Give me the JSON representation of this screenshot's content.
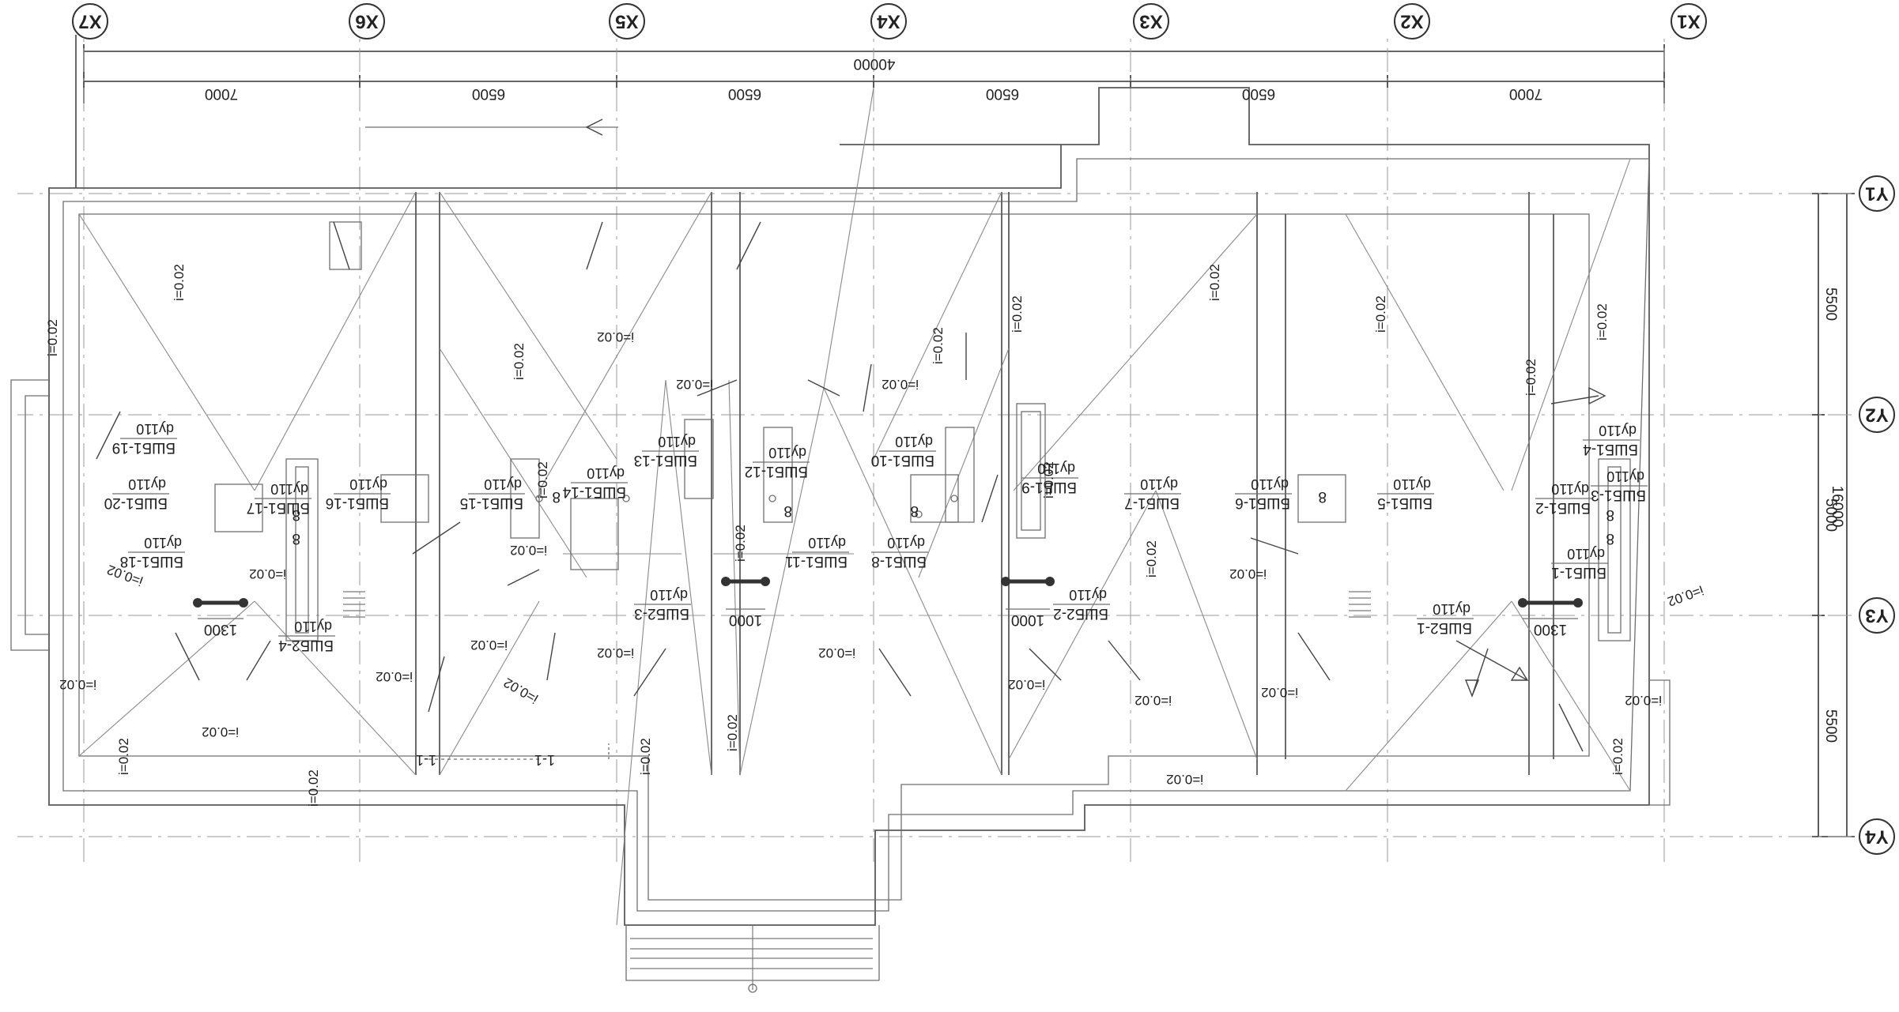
{
  "axes": {
    "x": [
      "X1",
      "X2",
      "X3",
      "X4",
      "X5",
      "X6",
      "X7"
    ],
    "y": [
      "Y1",
      "Y2",
      "Y3",
      "Y4"
    ]
  },
  "dimensions": {
    "total_x": "40000",
    "x_spans": [
      "7000",
      "6500",
      "6500",
      "6500",
      "6500",
      "7000"
    ],
    "total_y": "16000",
    "y_spans": [
      "5500",
      "5000",
      "5500"
    ],
    "gutter_lengths": [
      "1300",
      "1000",
      "1000",
      "1300"
    ]
  },
  "drain_size": "dy110",
  "slope_label": "i=0.02",
  "funnels": [
    {
      "id": "funnel-1",
      "label": "БШБ1-1"
    },
    {
      "id": "funnel-2",
      "label": "БШБ1-2"
    },
    {
      "id": "funnel-3",
      "label": "БШБ1-3"
    },
    {
      "id": "funnel-4",
      "label": "БШБ1-4"
    },
    {
      "id": "funnel-5",
      "label": "БШБ1-5"
    },
    {
      "id": "funnel-6",
      "label": "БШБ1-6"
    },
    {
      "id": "funnel-7",
      "label": "БШБ1-7"
    },
    {
      "id": "funnel-8",
      "label": "БШБ1-8"
    },
    {
      "id": "funnel-9",
      "label": "БШБ1-9"
    },
    {
      "id": "funnel-10",
      "label": "БШБ1-10"
    },
    {
      "id": "funnel-11",
      "label": "БШБ1-11"
    },
    {
      "id": "funnel-12",
      "label": "БШБ1-12"
    },
    {
      "id": "funnel-13",
      "label": "БШБ1-13"
    },
    {
      "id": "funnel-14",
      "label": "БШБ1-14"
    },
    {
      "id": "funnel-15",
      "label": "БШБ1-15"
    },
    {
      "id": "funnel-16",
      "label": "БШБ1-16"
    },
    {
      "id": "funnel-17",
      "label": "БШБ1-17"
    },
    {
      "id": "funnel-18",
      "label": "БШБ1-18"
    },
    {
      "id": "funnel-19",
      "label": "БШБ1-19"
    },
    {
      "id": "funnel-20",
      "label": "БШБ1-20"
    }
  ],
  "gutter_funnels": [
    {
      "id": "gutter-funnel-1",
      "label": "БШБ2-1"
    },
    {
      "id": "gutter-funnel-2",
      "label": "БШБ2-2"
    },
    {
      "id": "gutter-funnel-3",
      "label": "БШБ2-3"
    },
    {
      "id": "gutter-funnel-4",
      "label": "БШБ2-4"
    }
  ],
  "section_mark": "1-1",
  "chimney_glyph": "8"
}
